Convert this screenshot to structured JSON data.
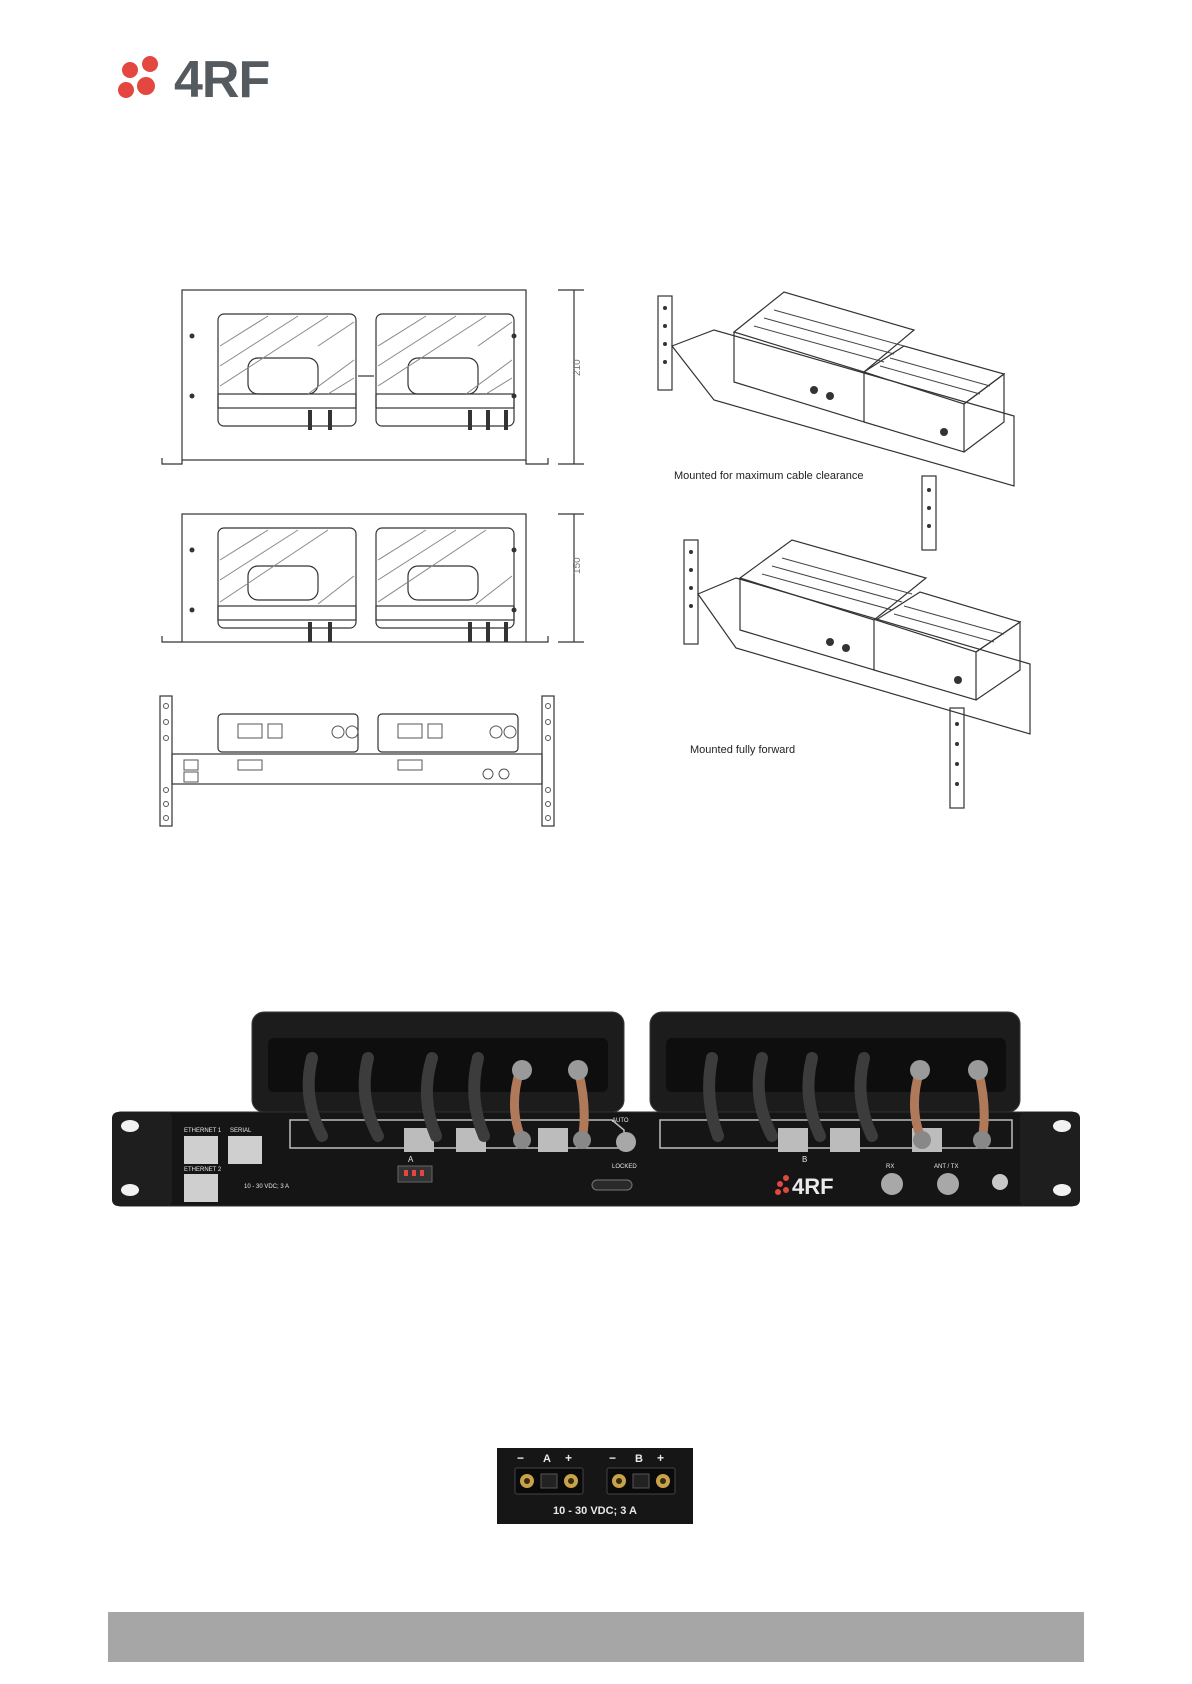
{
  "logo": {
    "brand": "4RF",
    "accent": "#e4473f"
  },
  "figures": {
    "dim_210": "210",
    "dim_150": "150",
    "caption_max_clearance": "Mounted for maximum cable clearance",
    "caption_fully_forward": "Mounted fully forward"
  },
  "rack_photo": {
    "port_labels": {
      "ethernet1": "ETHERNET 1",
      "ethernet2": "ETHERNET 2",
      "serial": "SERIAL",
      "power": "10 - 30 VDC; 3 A",
      "section_a": "A",
      "section_b": "B",
      "auto": "AUTO",
      "locked": "LOCKED",
      "rx": "RX",
      "ant_tx": "ANT / TX",
      "brand": "4RF"
    }
  },
  "power_connector": {
    "minus_a": "−",
    "label_a": "A",
    "plus_a": "+",
    "minus_b": "−",
    "label_b": "B",
    "plus_b": "+",
    "rating": "10 - 30 VDC; 3 A"
  },
  "footer": {}
}
